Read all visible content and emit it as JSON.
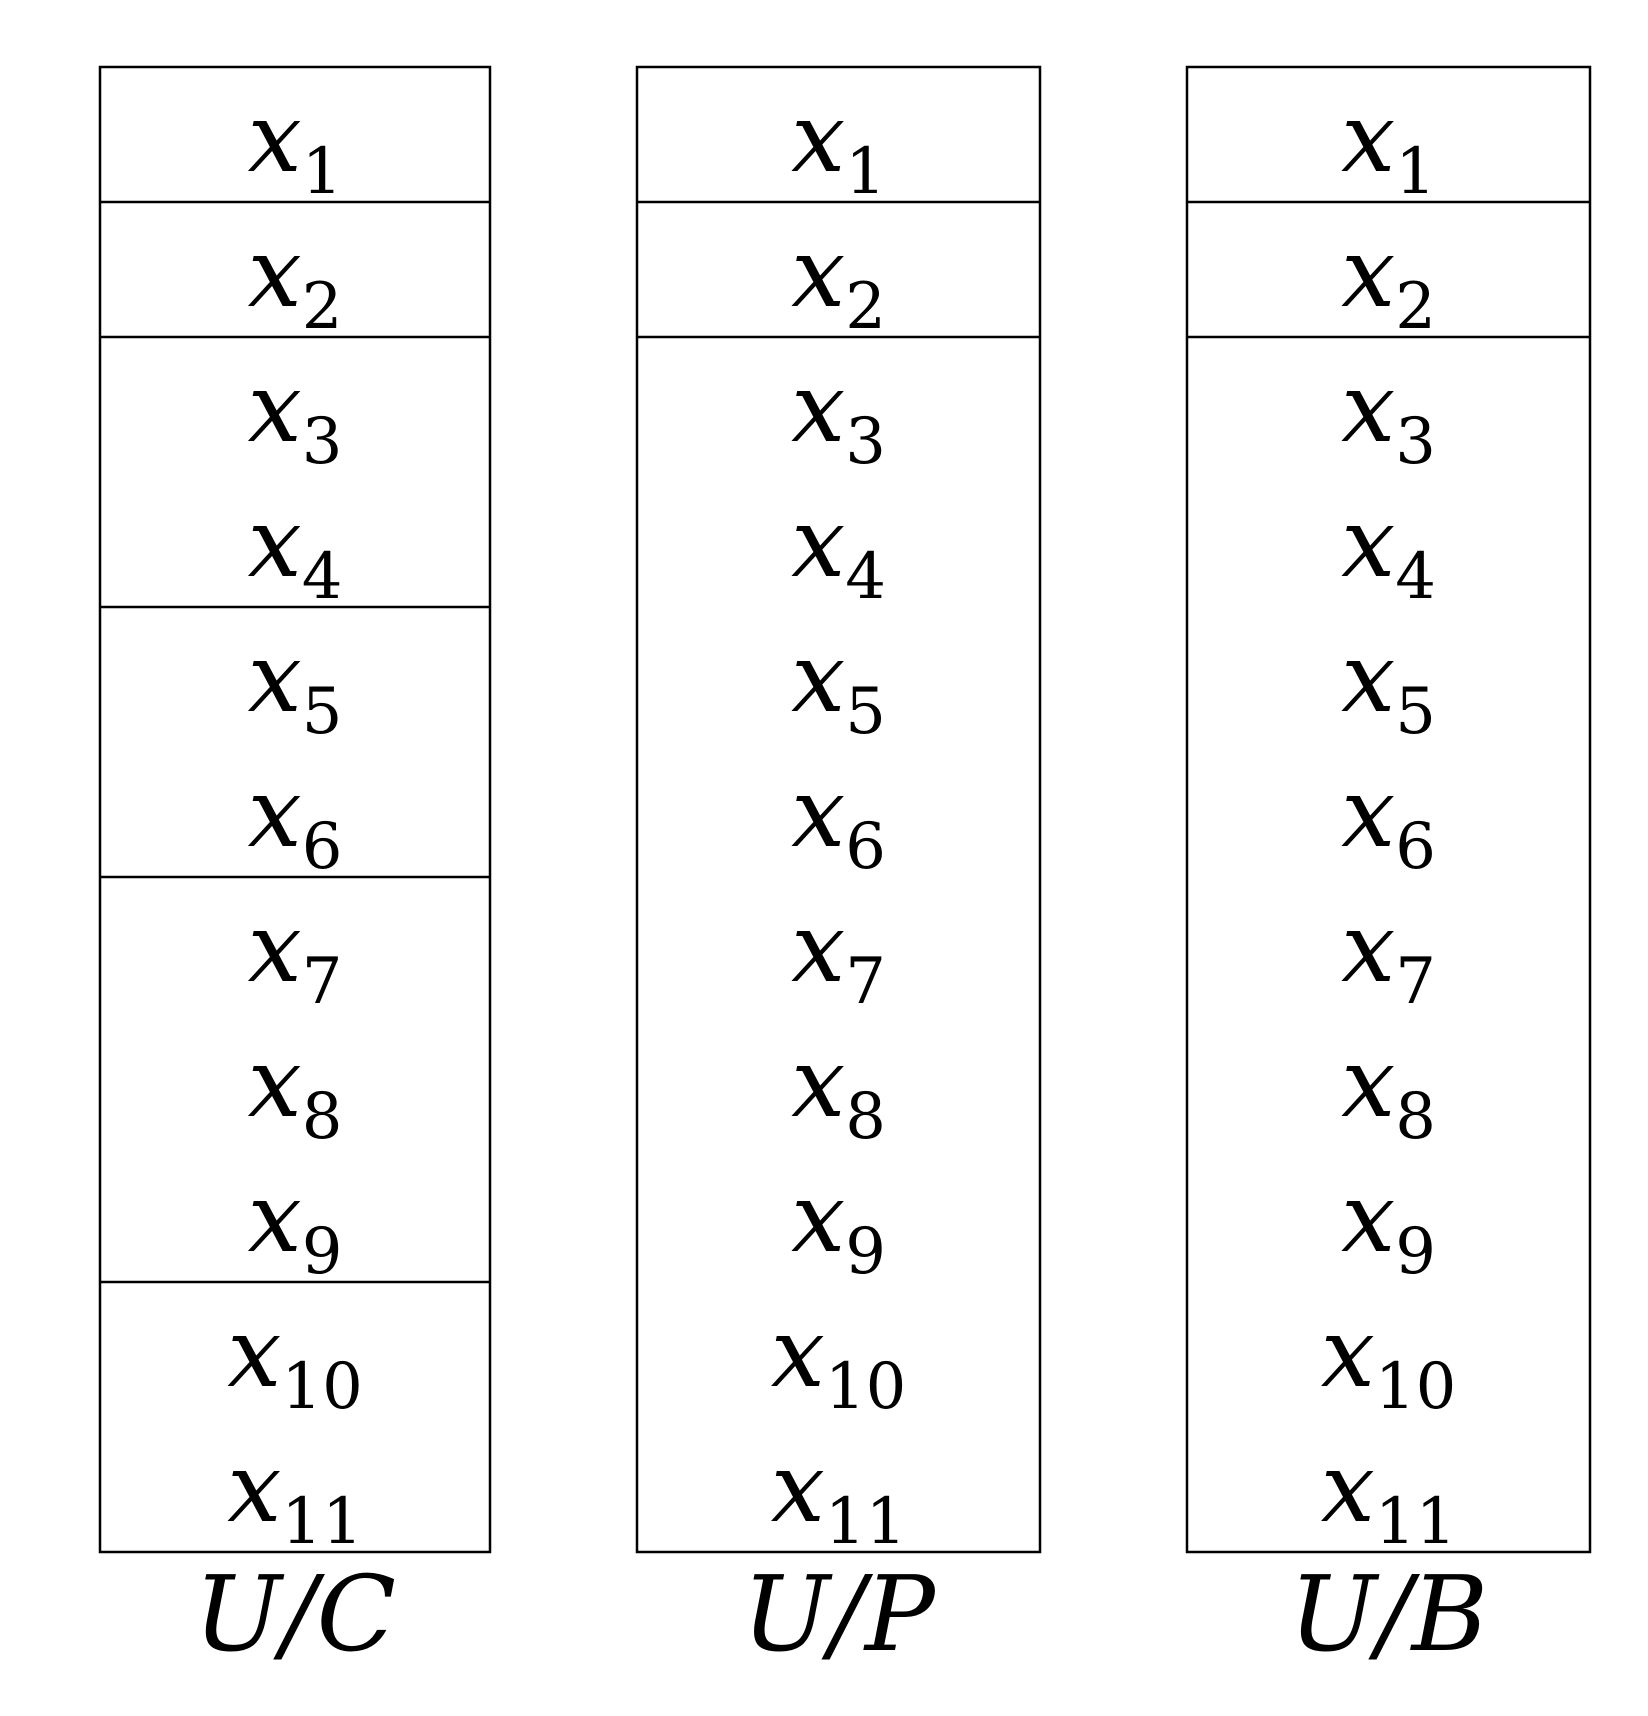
{
  "variable_symbol": "x",
  "columns": [
    {
      "caption": "U/C",
      "groups": [
        [
          "1"
        ],
        [
          "2"
        ],
        [
          "3",
          "4"
        ],
        [
          "5",
          "6"
        ],
        [
          "7",
          "8",
          "9"
        ],
        [
          "10",
          "11"
        ]
      ]
    },
    {
      "caption": "U/P",
      "groups": [
        [
          "1"
        ],
        [
          "2"
        ],
        [
          "3",
          "4",
          "5",
          "6",
          "7",
          "8",
          "9",
          "10",
          "11"
        ]
      ]
    },
    {
      "caption": "U/B",
      "groups": [
        [
          "1"
        ],
        [
          "2"
        ],
        [
          "3",
          "4",
          "5",
          "6",
          "7",
          "8",
          "9",
          "10",
          "11"
        ]
      ]
    }
  ]
}
